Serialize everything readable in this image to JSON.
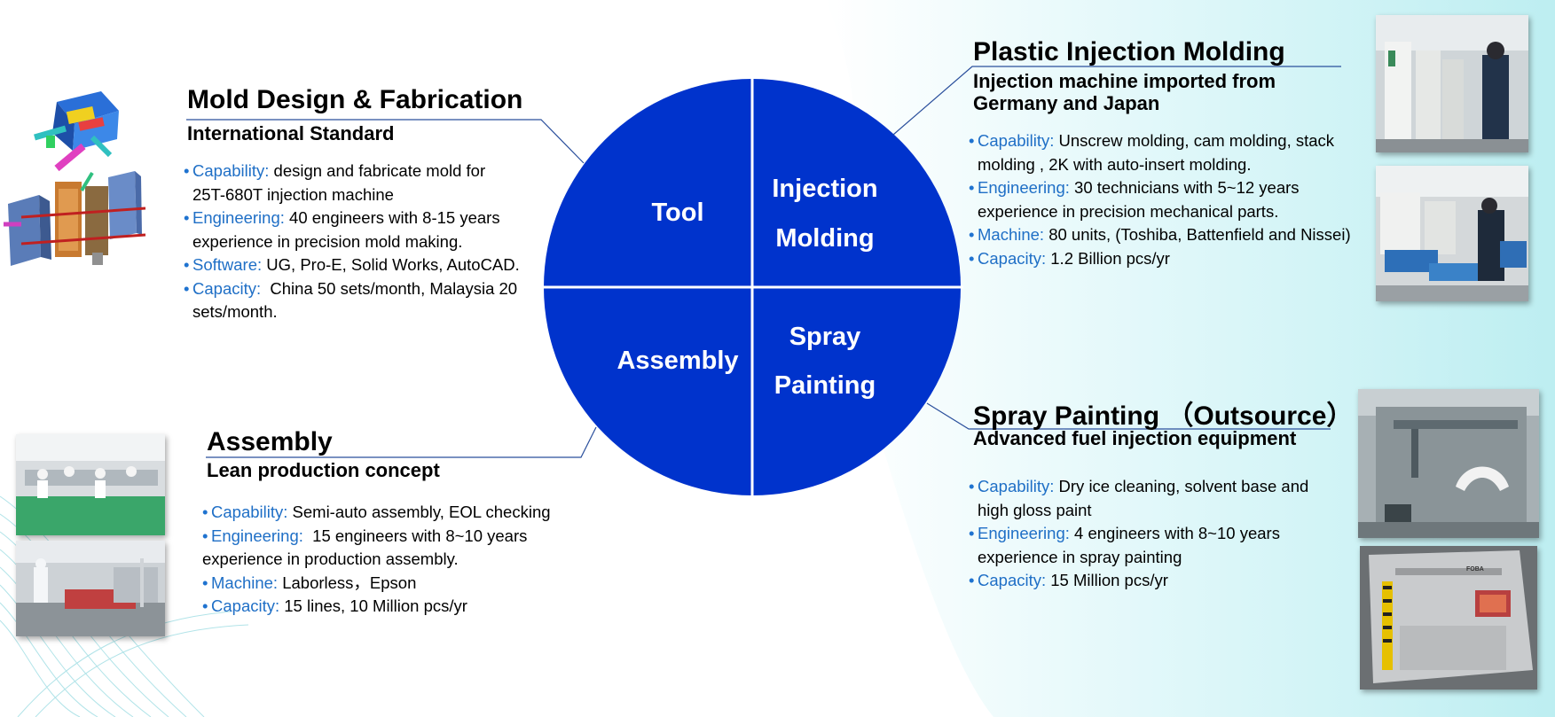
{
  "colors": {
    "circle": "#0033cc",
    "link": "#1f6fc6",
    "rule": "#2a4f9c",
    "accent_bg": "#c8f1f4"
  },
  "wheel": {
    "q1": [
      "Tool"
    ],
    "q2": [
      "Injection",
      "Molding"
    ],
    "q3": [
      "Assembly"
    ],
    "q4": [
      "Spray",
      "Painting"
    ]
  },
  "mold": {
    "title": "Mold Design & Fabrication",
    "subtitle": "International Standard",
    "items": [
      {
        "key": "Capability:",
        "text": " design and fabricate mold for",
        "cont": "25T-680T injection machine"
      },
      {
        "key": "Engineering:",
        "text": " 40 engineers with 8-15 years",
        "cont": "experience in precision mold making."
      },
      {
        "key": "Software:",
        "text": " UG, Pro-E, Solid Works, AutoCAD.",
        "cont": ""
      },
      {
        "key": "Capacity:",
        "text": "  China 50 sets/month, Malaysia 20",
        "cont": "sets/month."
      }
    ]
  },
  "injection": {
    "title": "Plastic Injection Molding",
    "subtitle1": "Injection machine imported from",
    "subtitle2": "Germany and Japan",
    "items": [
      {
        "key": "Capability:",
        "text": " Unscrew molding, cam molding, stack",
        "cont": "molding , 2K with auto-insert molding."
      },
      {
        "key": "Engineering:",
        "text": " 30 technicians with 5~12 years",
        "cont": "experience in precision mechanical parts."
      },
      {
        "key": "Machine:",
        "text": " 80 units, (Toshiba, Battenfield and Nissei)",
        "cont": ""
      },
      {
        "key": "Capacity:",
        "text": " 1.2 Billion pcs/yr",
        "cont": ""
      }
    ]
  },
  "assembly": {
    "title": "Assembly",
    "subtitle": "Lean production concept",
    "items": [
      {
        "key": "Capability:",
        "text": " Semi-auto assembly, EOL checking",
        "cont": ""
      },
      {
        "key": "Engineering:",
        "text": "  15 engineers with 8~10 years",
        "cont": "experience in production assembly."
      },
      {
        "key": "Machine:",
        "text": " Laborless，Epson",
        "cont": ""
      },
      {
        "key": "Capacity:",
        "text": " 15 lines, 10 Million pcs/yr",
        "cont": ""
      }
    ]
  },
  "spray": {
    "title": "Spray Painting （Outsource）",
    "subtitle": "Advanced fuel injection equipment",
    "items": [
      {
        "key": "Capability:",
        "text": " Dry ice cleaning, solvent base and",
        "cont": "high gloss paint"
      },
      {
        "key": "Engineering:",
        "text": " 4 engineers with 8~10 years",
        "cont": "experience in spray painting"
      },
      {
        "key": "Capacity:",
        "text": " 15 Million pcs/yr",
        "cont": ""
      }
    ]
  },
  "machine_brand": "FOBA"
}
